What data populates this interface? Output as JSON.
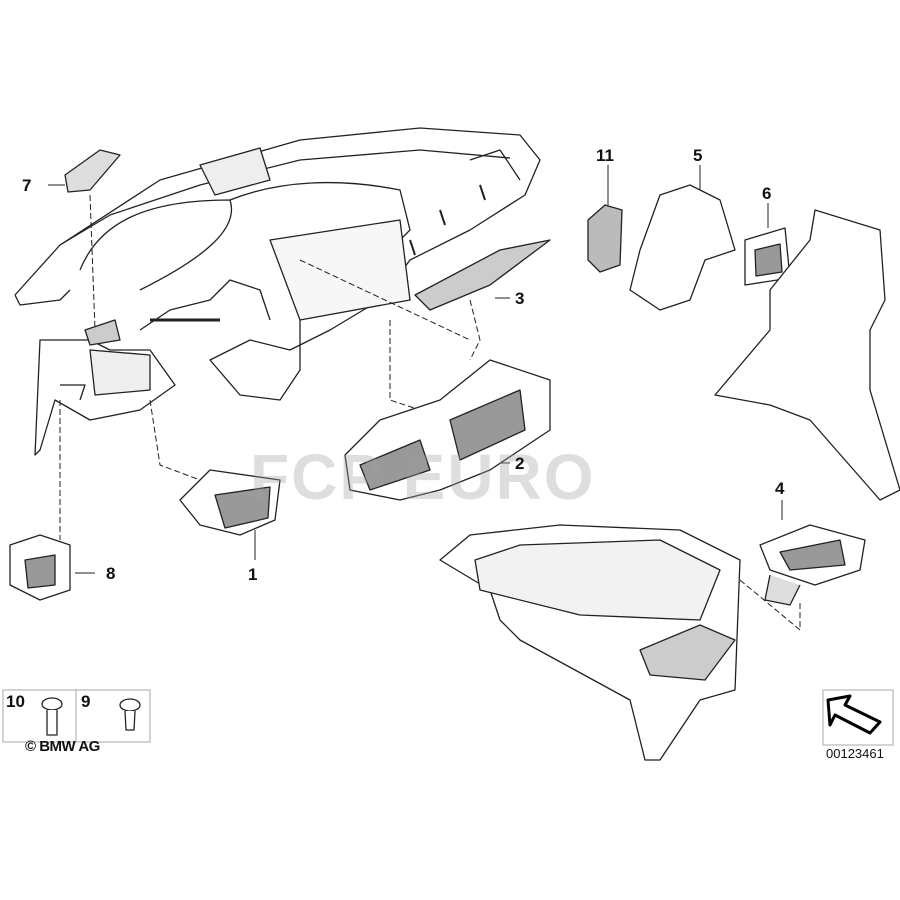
{
  "diagram": {
    "part_labels": [
      {
        "id": "1",
        "text": "1"
      },
      {
        "id": "2",
        "text": "2"
      },
      {
        "id": "3",
        "text": "3"
      },
      {
        "id": "4",
        "text": "4"
      },
      {
        "id": "5",
        "text": "5"
      },
      {
        "id": "6",
        "text": "6"
      },
      {
        "id": "7",
        "text": "7"
      },
      {
        "id": "8",
        "text": "8"
      },
      {
        "id": "9",
        "text": "9"
      },
      {
        "id": "10",
        "text": "10"
      },
      {
        "id": "11",
        "text": "11"
      }
    ],
    "copyright": "© BMW AG",
    "diagram_code": "00123461",
    "watermark": "FCP EURO"
  }
}
